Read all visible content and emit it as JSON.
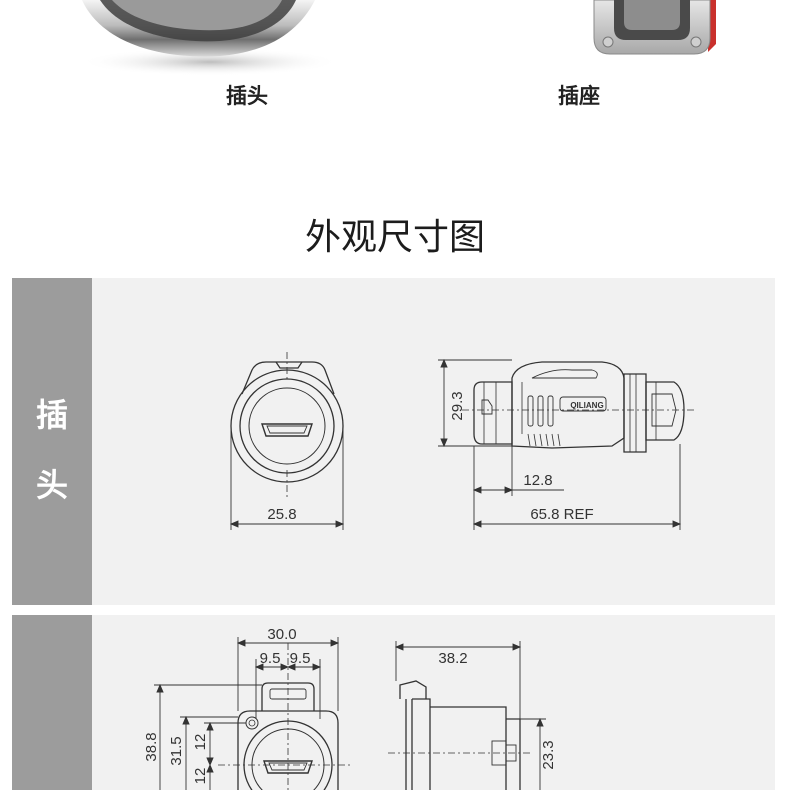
{
  "products": [
    {
      "label": "插头",
      "icon": "plug-connector-photo"
    },
    {
      "label": "插座",
      "icon": "socket-connector-photo"
    }
  ],
  "section_title": "外观尺寸图",
  "panels": [
    {
      "tab_label": [
        "插",
        "头"
      ],
      "dimensions": {
        "front_width": "25.8",
        "side_height": "29.3",
        "side_partial": "12.8",
        "side_length": "65.8 REF"
      },
      "brand_mark": "QILIANG"
    },
    {
      "tab_label": [
        "",
        ""
      ],
      "dimensions": {
        "front_width": "30.0",
        "front_pitch_left": "9.5",
        "front_pitch_right": "9.5",
        "front_height_outer": "38.8",
        "front_height_mid": "31.5",
        "front_half_upper": "12",
        "front_half_lower": "12",
        "side_length": "38.2",
        "side_height": "23.3"
      }
    }
  ]
}
